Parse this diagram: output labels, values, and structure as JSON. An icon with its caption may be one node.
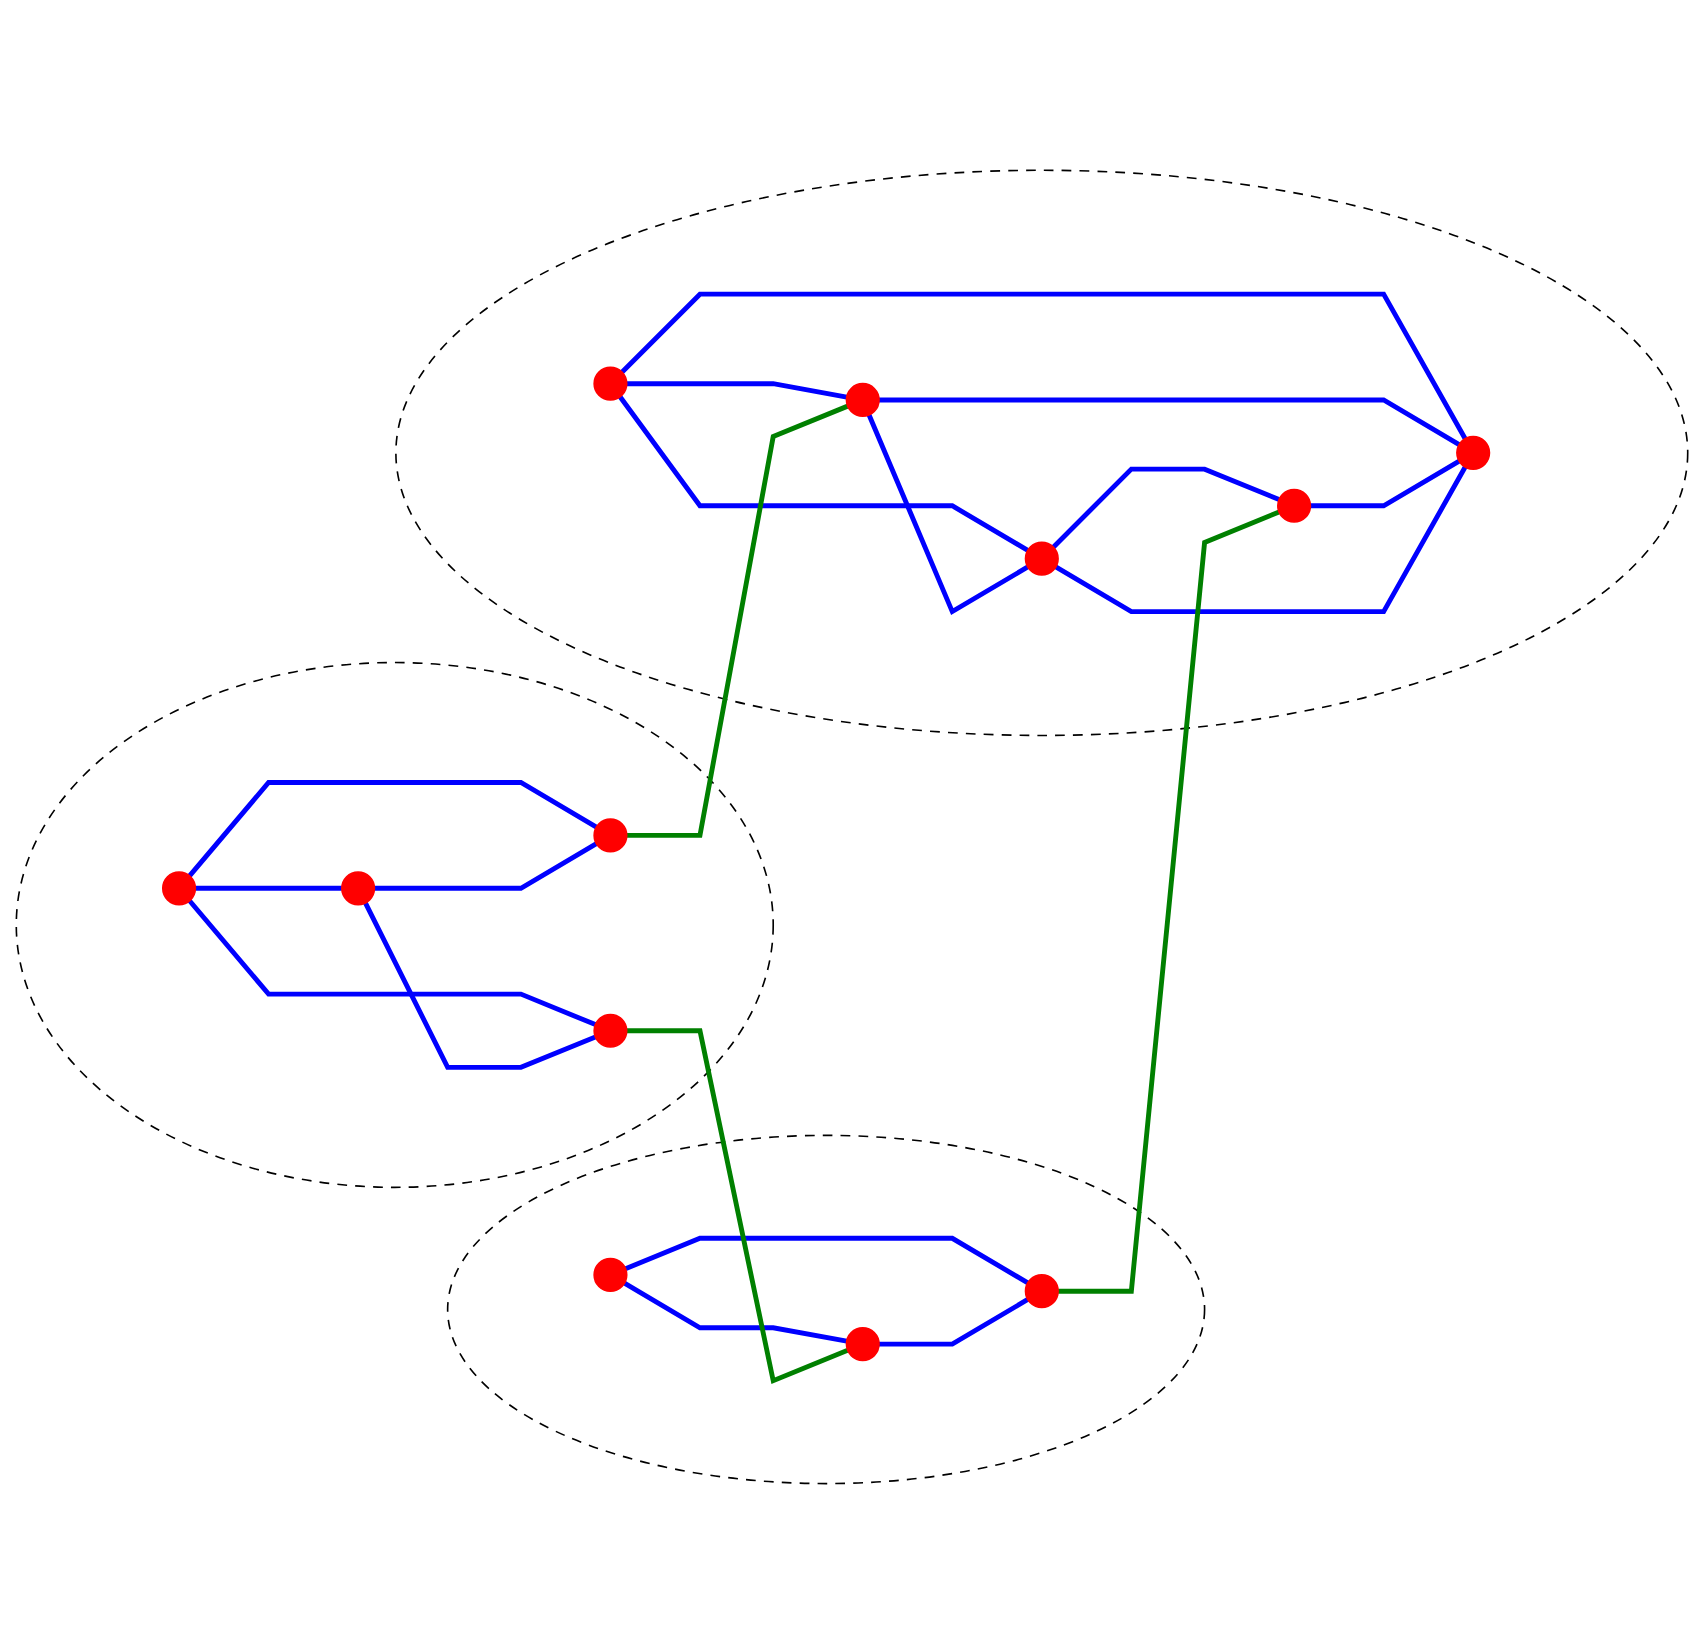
{
  "diagram": {
    "nodes": [
      {
        "text": [],
        "shape": "circle"
      },
      {
        "text": [],
        "shape": "circle",
        "in": 0
      },
      {
        "text": [],
        "shape": "circle",
        "in": 0
      },
      {
        "text": [],
        "shape": "circle",
        "in": 0
      },
      {
        "text": [],
        "shape": "circle",
        "in": 0
      },
      {
        "text": [],
        "shape": "circle"
      },
      {
        "text": [],
        "shape": "circle",
        "in": 5
      },
      {
        "text": [],
        "shape": "circle",
        "in": 5
      },
      {
        "text": [],
        "shape": "circle",
        "in": 5
      },
      {
        "text": [],
        "shape": "circle"
      },
      {
        "text": [],
        "shape": "circle",
        "in": 9
      },
      {
        "text": [],
        "shape": "circle",
        "in": 9
      },
      {
        "text": [],
        "shape": "circle",
        "in": 9
      },
      {
        "text": [],
        "shape": "circle",
        "in": 9
      },
      {
        "text": [],
        "shape": "circle",
        "in": 9
      }
    ],
    "edges": [
      {
        "from": 1,
        "to": 2,
        "arrow": "none"
      },
      {
        "from": 1,
        "to": 3,
        "arrow": "none"
      },
      {
        "from": 1,
        "to": 4,
        "arrow": "none"
      },
      {
        "from": 2,
        "to": 3,
        "arrow": "none"
      },
      {
        "from": 2,
        "to": 4,
        "arrow": "none"
      },
      {
        "from": 6,
        "to": 7,
        "arrow": "none"
      },
      {
        "from": 6,
        "to": 8,
        "arrow": "none"
      },
      {
        "from": 7,
        "to": 8,
        "arrow": "none"
      },
      {
        "from": 12,
        "to": 10,
        "arrow": "none"
      },
      {
        "from": 12,
        "to": 13,
        "arrow": "none"
      },
      {
        "from": 12,
        "to": 14,
        "arrow": "none"
      },
      {
        "from": 10,
        "to": 13,
        "arrow": "none"
      },
      {
        "from": 10,
        "to": 14,
        "arrow": "none"
      },
      {
        "from": 11,
        "to": 13,
        "arrow": "none"
      },
      {
        "from": 14,
        "to": 11,
        "arrow": "none"
      },
      {
        "from": 14,
        "to": 13,
        "arrow": "none"
      },
      {
        "from": 3,
        "to": 7,
        "arrow": "none",
        "color": "#008000"
      },
      {
        "from": 4,
        "to": 10,
        "arrow": "none",
        "color": "#008000"
      },
      {
        "from": 8,
        "to": 11,
        "arrow": "none",
        "color": "#008000"
      }
    ]
  }
}
